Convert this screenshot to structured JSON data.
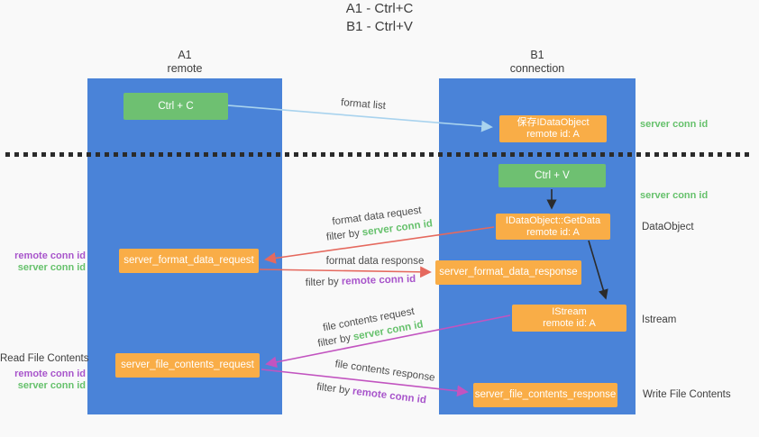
{
  "title": {
    "line1": "A1 - Ctrl+C",
    "line2": "B1 - Ctrl+V"
  },
  "columns": {
    "left": {
      "name": "A1",
      "role": "remote"
    },
    "right": {
      "name": "B1",
      "role": "connection"
    }
  },
  "boxes": {
    "ctrl_c": {
      "label": "Ctrl + C"
    },
    "save_idataobject": {
      "line1": "保存IDataObject",
      "line2": "remote id: A"
    },
    "ctrl_v": {
      "label": "Ctrl + V"
    },
    "getdata": {
      "line1": "IDataObject::GetData",
      "line2": "remote id: A"
    },
    "format_request": {
      "label": "server_format_data_request"
    },
    "format_response": {
      "label": "server_format_data_response"
    },
    "istream": {
      "line1": "IStream",
      "line2": "remote id: A"
    },
    "file_request": {
      "label": "server_file_contents_request"
    },
    "file_response": {
      "label": "server_file_contents_response"
    }
  },
  "side_labels": {
    "server_conn_id_top": "server conn id",
    "server_conn_id_mid": "server conn id",
    "dataobject": "DataObject",
    "istream": "Istream",
    "write_file_contents": "Write File Contents",
    "read_file_contents": "Read File Contents",
    "remote_conn_id_left1": "remote conn id",
    "server_conn_id_left1": "server conn id",
    "remote_conn_id_left2": "remote conn id",
    "server_conn_id_left2": "server conn id"
  },
  "arrow_labels": {
    "format_list": "format list",
    "format_data_request": "format data request",
    "format_data_response": "format data response",
    "file_contents_request": "file contents request",
    "file_contents_response": "file contents response",
    "filter_by": "filter by",
    "filter_server_conn_id": "server conn id",
    "filter_remote_conn_id": "remote conn id"
  },
  "colors": {
    "background": "#f9f9f9",
    "column_blue": "#4a83d8",
    "box_green": "#6ec071",
    "box_orange": "#f9ad47",
    "arrow_light_blue": "#a9d3ee",
    "arrow_red": "#e5695e",
    "arrow_magenta": "#c254c0",
    "arrow_black": "#2b2b2b",
    "text_green": "#66c16c",
    "text_purple": "#a855cb",
    "text_dark": "#3d3d3d"
  }
}
